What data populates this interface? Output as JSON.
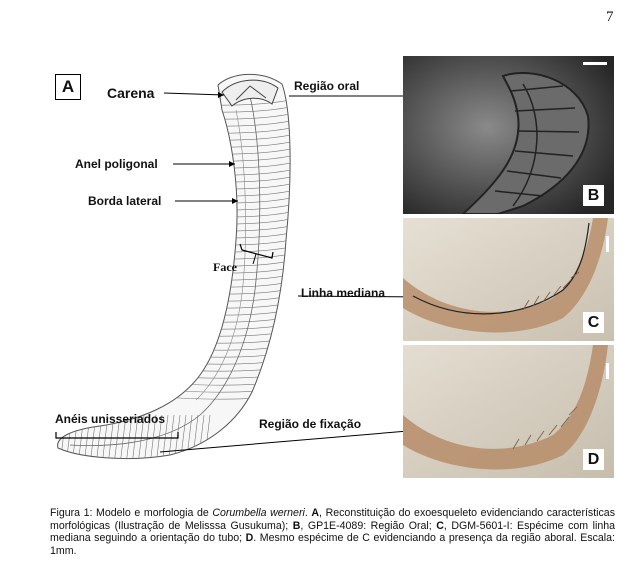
{
  "page": {
    "number": "7"
  },
  "figure": {
    "panel_a": {
      "letter": "A",
      "labels": {
        "carena": "Carena",
        "anel_poligonal": "Anel poligonal",
        "borda_lateral": "Borda lateral",
        "face": "Face",
        "aneis_unisseriados": "Anéis unisseriados",
        "regiao_oral": "Região oral",
        "linha_mediana": "Linha mediana",
        "regiao_fixacao": "Região de fixação"
      }
    },
    "photos": [
      {
        "letter": "B"
      },
      {
        "letter": "C"
      },
      {
        "letter": "D"
      }
    ]
  },
  "caption": {
    "prefix": "Figura 1: Modelo e morfologia de ",
    "species": "Corumbella werneri",
    "part1": ". ",
    "a_letter": "A",
    "part2": ", Reconstituição do exoesqueleto evidenciando características morfológicas (Ilustração de Melisssa Gusukuma); ",
    "b_letter": "B",
    "part3": ", GP1E-4089: Região Oral; ",
    "c_letter": "C",
    "part4": ", DGM-5601-I: Espécime com linha mediana seguindo a orientação do tubo; ",
    "d_letter": "D",
    "part5": ". Mesmo espécime de C evidenciando a presença da região aboral. Escala: 1mm."
  }
}
